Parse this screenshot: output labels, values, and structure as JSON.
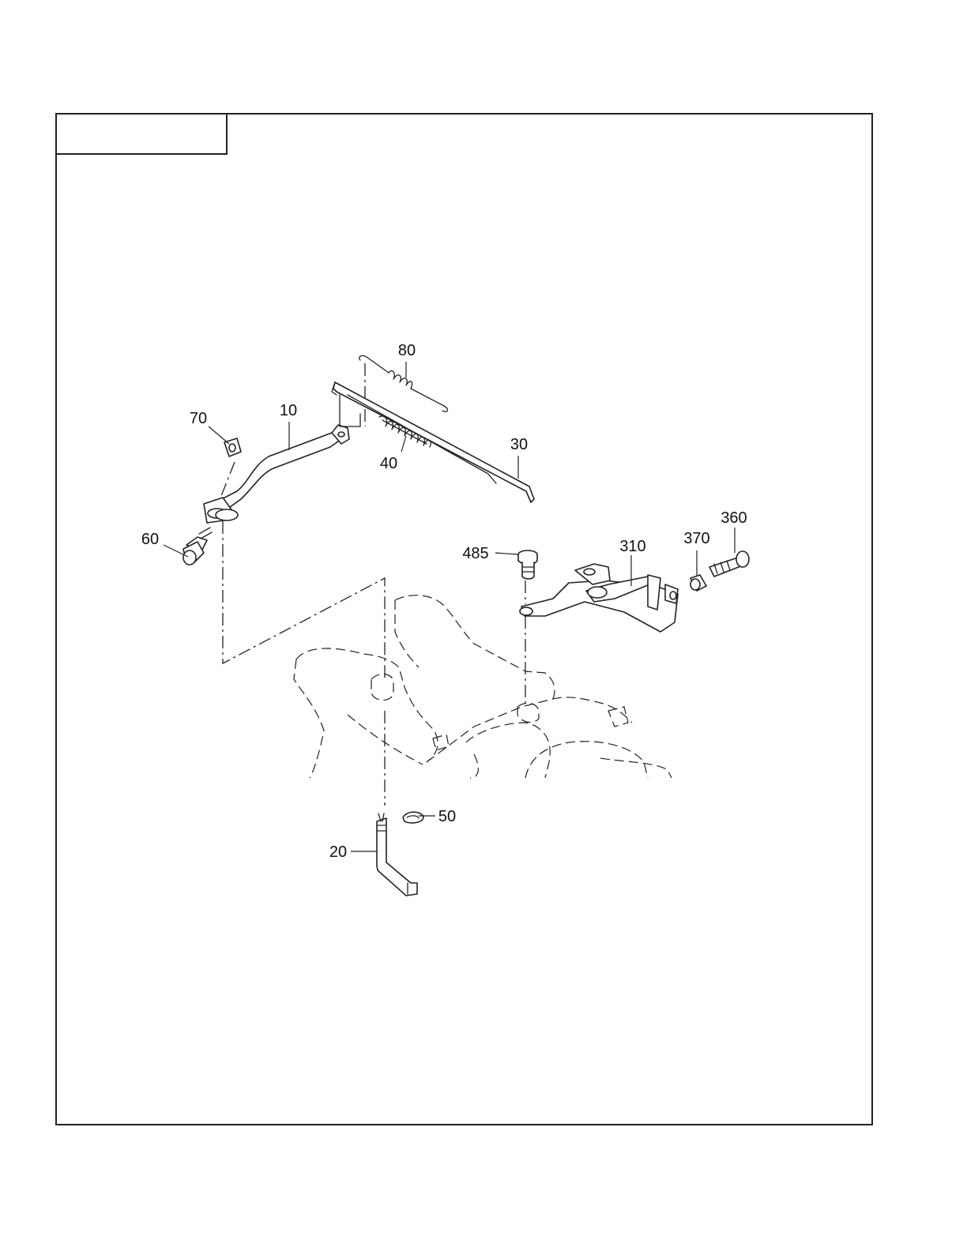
{
  "title_box": {
    "text": ""
  },
  "callouts": {
    "c10": "10",
    "c20": "20",
    "c30": "30",
    "c40": "40",
    "c50": "50",
    "c60": "60",
    "c70": "70",
    "c80": "80",
    "c310": "310",
    "c360": "360",
    "c370": "370",
    "c485": "485"
  }
}
